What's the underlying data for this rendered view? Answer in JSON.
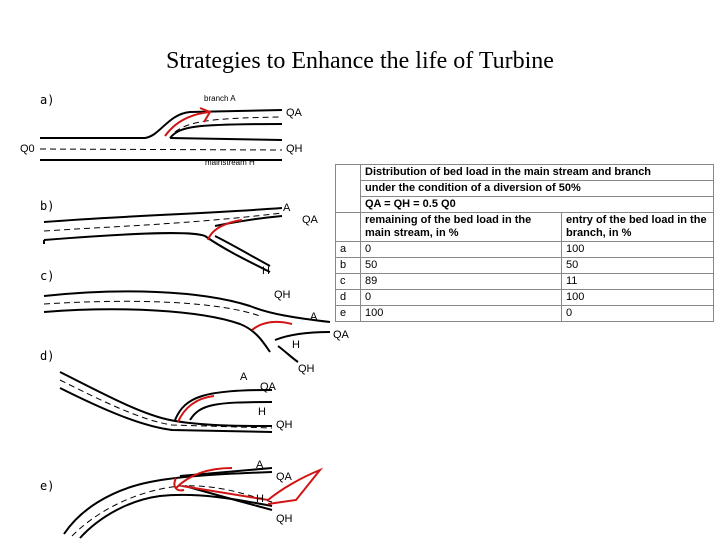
{
  "slide": {
    "title": "Strategies to Enhance the life of Turbine"
  },
  "diagram": {
    "panel_labels": [
      "a)",
      "b)",
      "c)",
      "d)",
      "e)"
    ],
    "flow_labels": {
      "a_branch": "branch A",
      "a_main": "mainstream H",
      "a_qa": "QA",
      "a_q0": "Q0",
      "a_qh": "QH",
      "b_a": "A",
      "b_qa": "QA",
      "c_h": "H",
      "c_qh": "QH",
      "c_a": "A",
      "c_qa": "QA",
      "d_h": "H",
      "d_qh": "QH",
      "d_a": "A",
      "d_qa": "QA",
      "d_h2": "H",
      "d_qh2": "QH",
      "e_a": "A",
      "e_qa": "QA",
      "e_h": "H",
      "e_qh": "QH"
    }
  },
  "table": {
    "header_lines": [
      "Distribution of bed load in the main stream and branch",
      "under the condition of a diversion of 50%",
      "QA = QH = 0.5 Q0"
    ],
    "col1_header": "remaining of the bed load in the main stream, in %",
    "col2_header": "entry of the bed load in the branch, in %",
    "rows": [
      {
        "case": "a",
        "main": "0",
        "branch": "100"
      },
      {
        "case": "b",
        "main": "50",
        "branch": "50"
      },
      {
        "case": "c",
        "main": "89",
        "branch": "11"
      },
      {
        "case": "d",
        "main": "0",
        "branch": "100"
      },
      {
        "case": "e",
        "main": "100",
        "branch": "0"
      }
    ]
  },
  "colors": {
    "ink": "#000000",
    "annotation": "#d01414"
  }
}
